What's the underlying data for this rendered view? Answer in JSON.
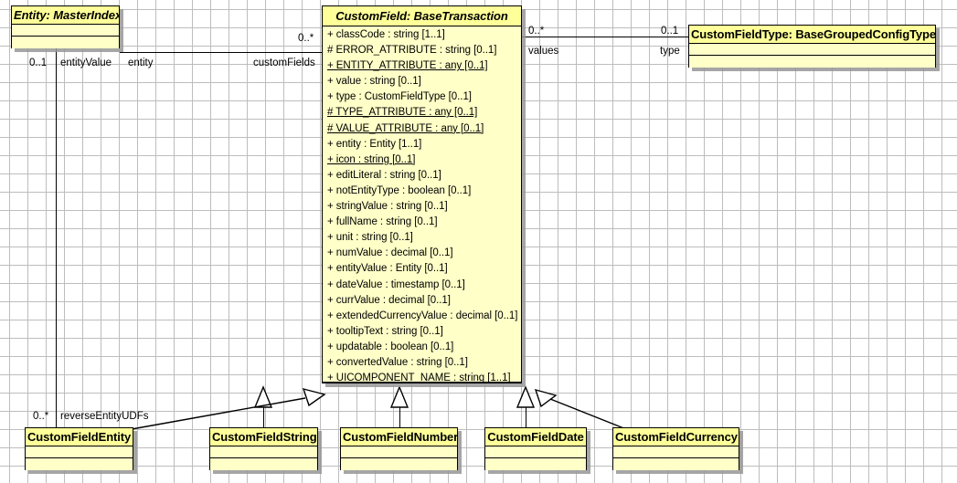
{
  "diagram": {
    "type": "uml-class-diagram",
    "background": "#ffffff",
    "grid_color": "#bdbdbd",
    "class_fill": "#ffffc8",
    "class_header_fill": "#ffff99",
    "line_color": "#000000"
  },
  "classes": {
    "entity_master_index": {
      "title": "Entity: MasterIndex",
      "abstract": true
    },
    "custom_field": {
      "title": "CustomField: BaseTransaction",
      "abstract": true,
      "attributes": [
        {
          "text": "+ classCode : string [1..1]",
          "static": false
        },
        {
          "text": "# ERROR_ATTRIBUTE : string [0..1]",
          "static": false
        },
        {
          "text": "+ ENTITY_ATTRIBUTE : any [0..1]",
          "static": true
        },
        {
          "text": "+ value : string [0..1]",
          "static": false
        },
        {
          "text": "+ type : CustomFieldType [0..1]",
          "static": false
        },
        {
          "text": "# TYPE_ATTRIBUTE : any [0..1]",
          "static": true
        },
        {
          "text": "# VALUE_ATTRIBUTE : any [0..1]",
          "static": true
        },
        {
          "text": "+ entity : Entity [1..1]",
          "static": false
        },
        {
          "text": "+ icon : string [0..1]",
          "static": true
        },
        {
          "text": "+ editLiteral : string [0..1]",
          "static": false
        },
        {
          "text": "+ notEntityType : boolean [0..1]",
          "static": false
        },
        {
          "text": "+ stringValue : string [0..1]",
          "static": false
        },
        {
          "text": "+ fullName : string [0..1]",
          "static": false
        },
        {
          "text": "+ unit : string [0..1]",
          "static": false
        },
        {
          "text": "+ numValue : decimal [0..1]",
          "static": false
        },
        {
          "text": "+ entityValue : Entity [0..1]",
          "static": false
        },
        {
          "text": "+ dateValue : timestamp [0..1]",
          "static": false
        },
        {
          "text": "+ currValue : decimal [0..1]",
          "static": false
        },
        {
          "text": "+ extendedCurrencyValue : decimal [0..1]",
          "static": false
        },
        {
          "text": "+ tooltipText : string [0..1]",
          "static": false
        },
        {
          "text": "+ updatable : boolean [0..1]",
          "static": false
        },
        {
          "text": "+ convertedValue : string [0..1]",
          "static": false
        },
        {
          "text": "+ UICOMPONENT_NAME : string [1..1]",
          "static": true
        }
      ]
    },
    "custom_field_type": {
      "title": "CustomFieldType: BaseGroupedConfigType",
      "abstract": false
    },
    "custom_field_entity": {
      "title": "CustomFieldEntity"
    },
    "custom_field_string": {
      "title": "CustomFieldString"
    },
    "custom_field_number": {
      "title": "CustomFieldNumber"
    },
    "custom_field_date": {
      "title": "CustomFieldDate"
    },
    "custom_field_currency": {
      "title": "CustomFieldCurrency"
    }
  },
  "associations": [
    {
      "name": "entity-to-customfields",
      "source_multiplicity": "0..*",
      "source_role": "customFields",
      "target_role": "entity"
    },
    {
      "name": "entityvalue-association",
      "source_multiplicity": "0..1",
      "source_role": "entityValue",
      "target_multiplicity": "0..*",
      "target_role": "reverseEntityUDFs"
    },
    {
      "name": "customfield-to-type",
      "source_multiplicity": "0..*",
      "source_role": "values",
      "target_multiplicity": "0..1",
      "target_role": "type"
    }
  ],
  "edge_labels": {
    "m_0_1_left": "0..1",
    "role_entity_value": "entityValue",
    "role_entity": "entity",
    "m_0_star_customfields": "0..*",
    "role_custom_fields": "customFields",
    "m_0_star_values": "0..*",
    "role_values": "values",
    "m_0_1_type": "0..1",
    "role_type": "type",
    "m_0_star_reverse": "0..*",
    "role_reverse_entity_udfs": "reverseEntityUDFs"
  }
}
